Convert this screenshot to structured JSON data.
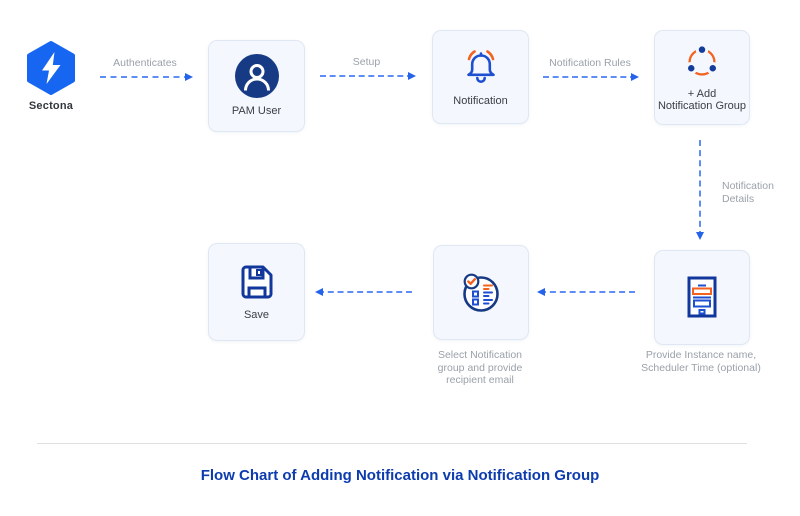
{
  "palette": {
    "brand_blue": "#1666f2",
    "icon_navy": "#173a85",
    "icon_blue": "#1d4fd0",
    "accent_orange": "#f4621f",
    "arrow_dash_blue": "#5f8df6",
    "arrow_head_blue": "#2563eb",
    "title_blue": "#0d3cae",
    "label_gray": "#9aa1a9",
    "node_background": "#f4f7fd",
    "node_border": "#e0e7f4",
    "divider_gray": "#e0e0e0"
  },
  "icons": {
    "logo": "hexagon-lightning-bolt-icon",
    "pam_user": "user-circle-icon",
    "notification": "bell-ringing-icon",
    "add_group": "share-nodes-icon",
    "provide_instance": "form-document-icon",
    "select_group": "checklist-circle-icon",
    "save": "floppy-disk-icon"
  },
  "logo": {
    "label": "Sectona"
  },
  "nodes": {
    "pam_user": {
      "label": "PAM User"
    },
    "notification": {
      "label": "Notification"
    },
    "add_group": {
      "label_line1": "+ Add",
      "label_line2": "Notification Group"
    },
    "provide_instance": {
      "caption_line1": "Provide Instance name,",
      "caption_line2": "Scheduler Time (optional)"
    },
    "select_group": {
      "caption_line1": "Select Notification",
      "caption_line2": "group and provide",
      "caption_line3": "recipient email"
    },
    "save": {
      "label": "Save"
    }
  },
  "arrows": {
    "authenticates": {
      "label": "Authenticates"
    },
    "setup": {
      "label": "Setup"
    },
    "notification_rules": {
      "label": "Notification Rules"
    },
    "notification_details": {
      "label_line1": "Notification",
      "label_line2": "Details"
    }
  },
  "footer": {
    "title": "Flow Chart of Adding Notification via Notification Group"
  }
}
